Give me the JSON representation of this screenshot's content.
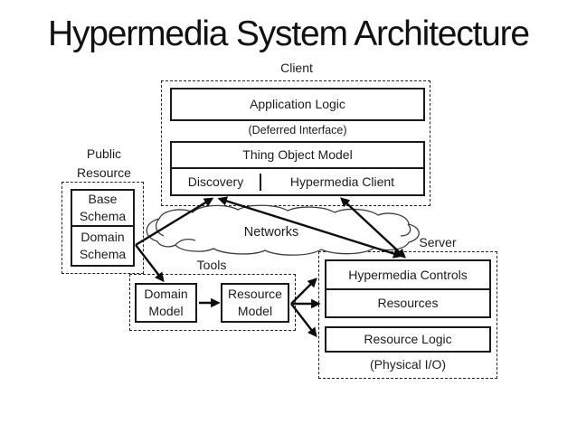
{
  "title": "Hypermedia System Architecture",
  "labels": {
    "client": "Client",
    "public_resource": "Public Resource",
    "tools": "Tools",
    "server": "Server",
    "networks": "Networks"
  },
  "client": {
    "application_logic": "Application Logic",
    "deferred_interface": "(Deferred Interface)",
    "thing_object_model": "Thing Object Model",
    "discovery": "Discovery",
    "hypermedia_client": "Hypermedia Client"
  },
  "public_resource": {
    "base_schema": "Base Schema",
    "domain_schema": "Domain Schema"
  },
  "tools": {
    "domain_model": "Domain Model",
    "resource_model": "Resource Model"
  },
  "server": {
    "hypermedia_controls": "Hypermedia Controls",
    "resources": "Resources",
    "resource_logic": "Resource Logic",
    "physical_io": "(Physical I/O)"
  },
  "colors": {
    "line": "#0d0d0d",
    "cloud_stroke": "#3d3d3d",
    "text": "#1c1c1c",
    "background": "#ffffff"
  }
}
